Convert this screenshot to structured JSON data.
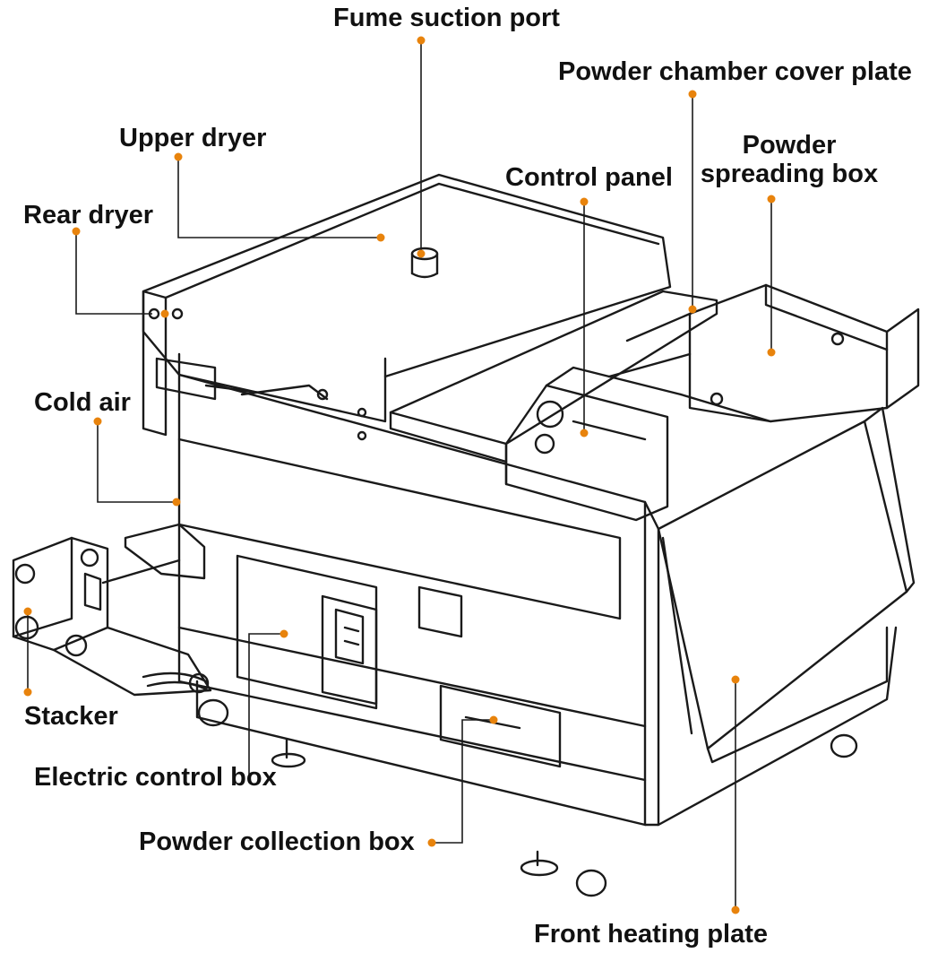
{
  "colors": {
    "leader_dot": "#e8830c",
    "leader_line": "#1a1a1a",
    "machine_outline": "#1a1a1a",
    "label_text": "#111111"
  },
  "labels": {
    "fume_suction_port": "Fume suction port",
    "powder_chamber_cover_plate": "Powder chamber cover plate",
    "upper_dryer": "Upper dryer",
    "powder_spreading_box_line1": "Powder",
    "powder_spreading_box_line2": "spreading box",
    "control_panel": "Control panel",
    "rear_dryer": "Rear dryer",
    "cold_air": "Cold air",
    "stacker": "Stacker",
    "electric_control_box": "Electric control box",
    "powder_collection_box": "Powder collection box",
    "front_heating_plate": "Front heating plate"
  }
}
